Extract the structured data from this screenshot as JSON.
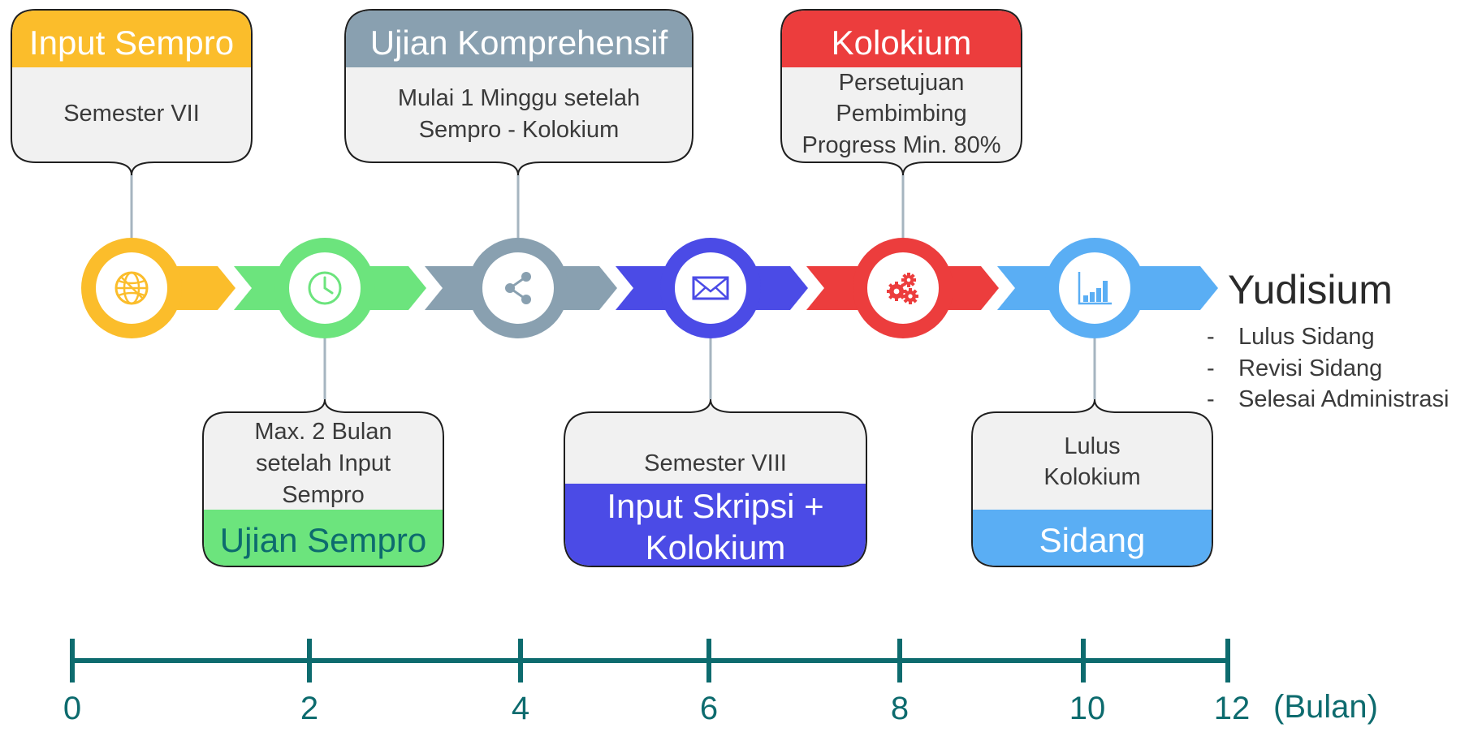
{
  "colors": {
    "yellow": "#fbbd2b",
    "green": "#6ce47d",
    "slate": "#89a0b0",
    "blue": "#4b4be6",
    "red": "#ec3d3d",
    "sky": "#5aaef4",
    "callout_fill": "#f1f1f1",
    "axis": "#0d6b6e",
    "connector": "#a6b5c0"
  },
  "milestones": [
    {
      "icon": "globe-icon",
      "color": "yellow"
    },
    {
      "icon": "clock-icon",
      "color": "green"
    },
    {
      "icon": "share-icon",
      "color": "slate"
    },
    {
      "icon": "mail-icon",
      "color": "blue"
    },
    {
      "icon": "gears-icon",
      "color": "red"
    },
    {
      "icon": "bar-chart-icon",
      "color": "sky"
    }
  ],
  "callouts": {
    "input_sempro": {
      "title": "Input Sempro",
      "lines": [
        "Semester VII"
      ]
    },
    "ujian_sempro": {
      "title": "Ujian Sempro",
      "lines": [
        "Max. 2 Bulan",
        "setelah Input",
        "Sempro"
      ]
    },
    "ujian_komprehensif": {
      "title": "Ujian Komprehensif",
      "lines": [
        "Mulai 1 Minggu setelah",
        "Sempro - Kolokium"
      ]
    },
    "input_skripsi": {
      "title_lines": [
        "Input Skripsi +",
        "Kolokium"
      ],
      "lines": [
        "Semester VIII"
      ]
    },
    "kolokium": {
      "title": "Kolokium",
      "lines": [
        "Persetujuan",
        "Pembimbing",
        "Progress Min. 80%"
      ]
    },
    "sidang": {
      "title": "Sidang",
      "lines": [
        "Lulus",
        "Kolokium"
      ]
    }
  },
  "yudisium": {
    "title": "Yudisium",
    "items": [
      "Lulus Sidang",
      "Revisi Sidang",
      "Selesai Administrasi"
    ],
    "bullet": "-"
  },
  "axis": {
    "ticks": [
      "0",
      "2",
      "4",
      "6",
      "8",
      "10",
      "12"
    ],
    "unit": "(Bulan)"
  }
}
